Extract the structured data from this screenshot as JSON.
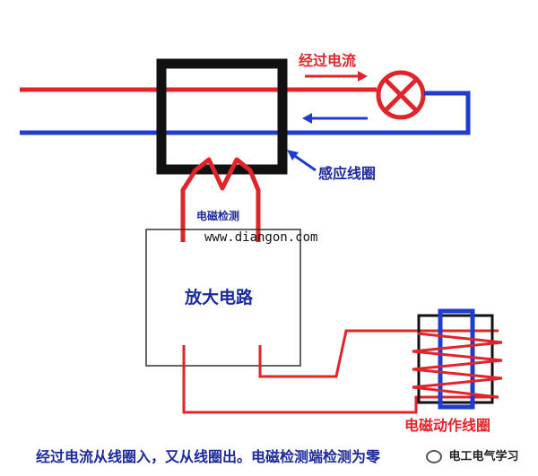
{
  "labels": {
    "current_flow": "经过电流",
    "induction_coil": "感应线圈",
    "em_detect": "电磁检测",
    "website": "www.diangon.com",
    "amplifier": "放大电路",
    "em_action_coil": "电磁动作线圈",
    "caption": "经过电流从线圈入，又从线圈出。电磁检测端检测为零",
    "watermark": "电工电气学习"
  },
  "colors": {
    "red_wire": "#e0252a",
    "blue_wire": "#1f3ccf",
    "core": "#111111",
    "text_blue": "#1b2a9c"
  },
  "icons": {
    "lamp": "lamp-cross-icon",
    "watermark": "wechat-logo-icon"
  }
}
